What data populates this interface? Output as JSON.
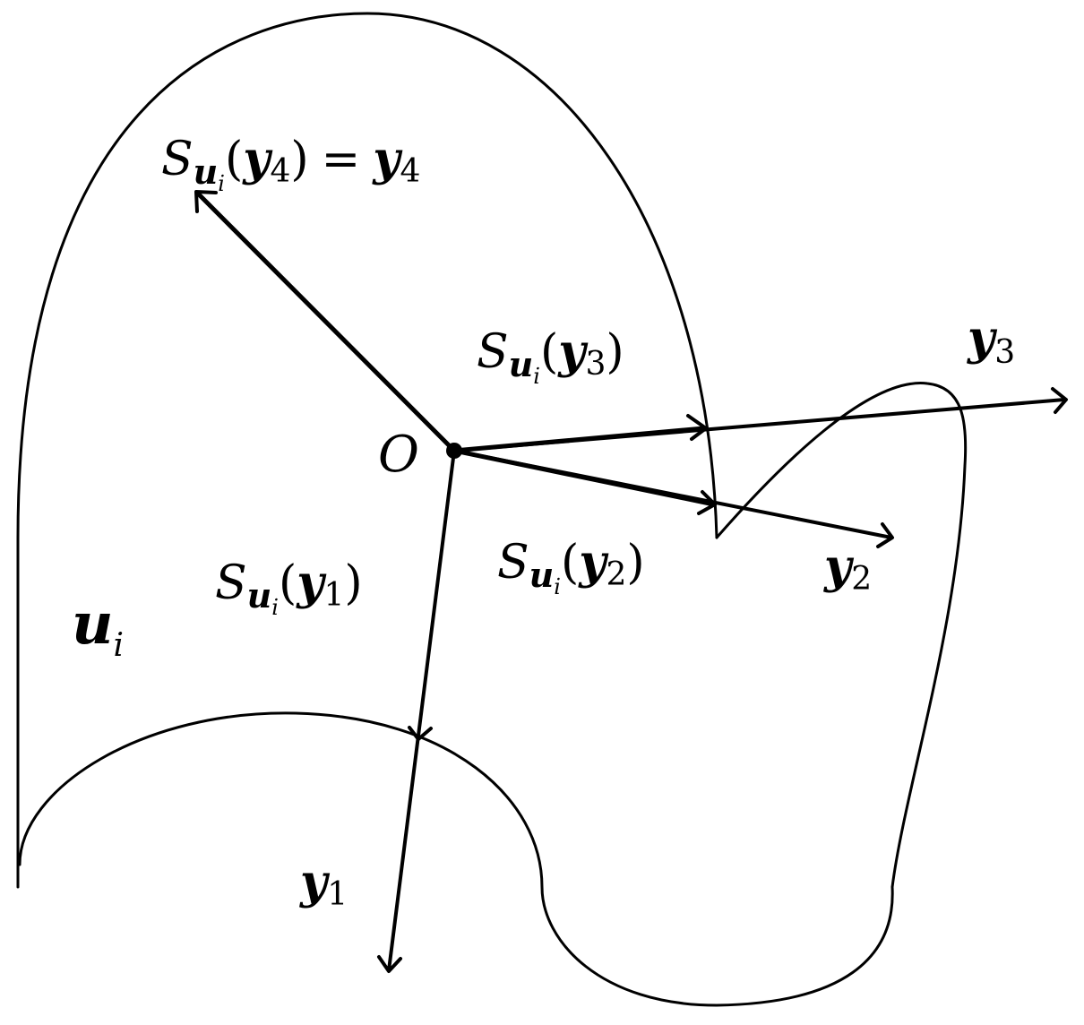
{
  "diagram": {
    "region_symbol": "u",
    "subscript": "i",
    "origin_label": "O",
    "projection_operator": "S",
    "vectors": [
      {
        "id": "y1",
        "name": "y",
        "index": "1"
      },
      {
        "id": "y2",
        "name": "y",
        "index": "2"
      },
      {
        "id": "y3",
        "name": "y",
        "index": "3"
      },
      {
        "id": "y4",
        "name": "y",
        "index": "4"
      }
    ],
    "equals_sign": "=",
    "open_paren": "(",
    "close_paren": ")"
  }
}
